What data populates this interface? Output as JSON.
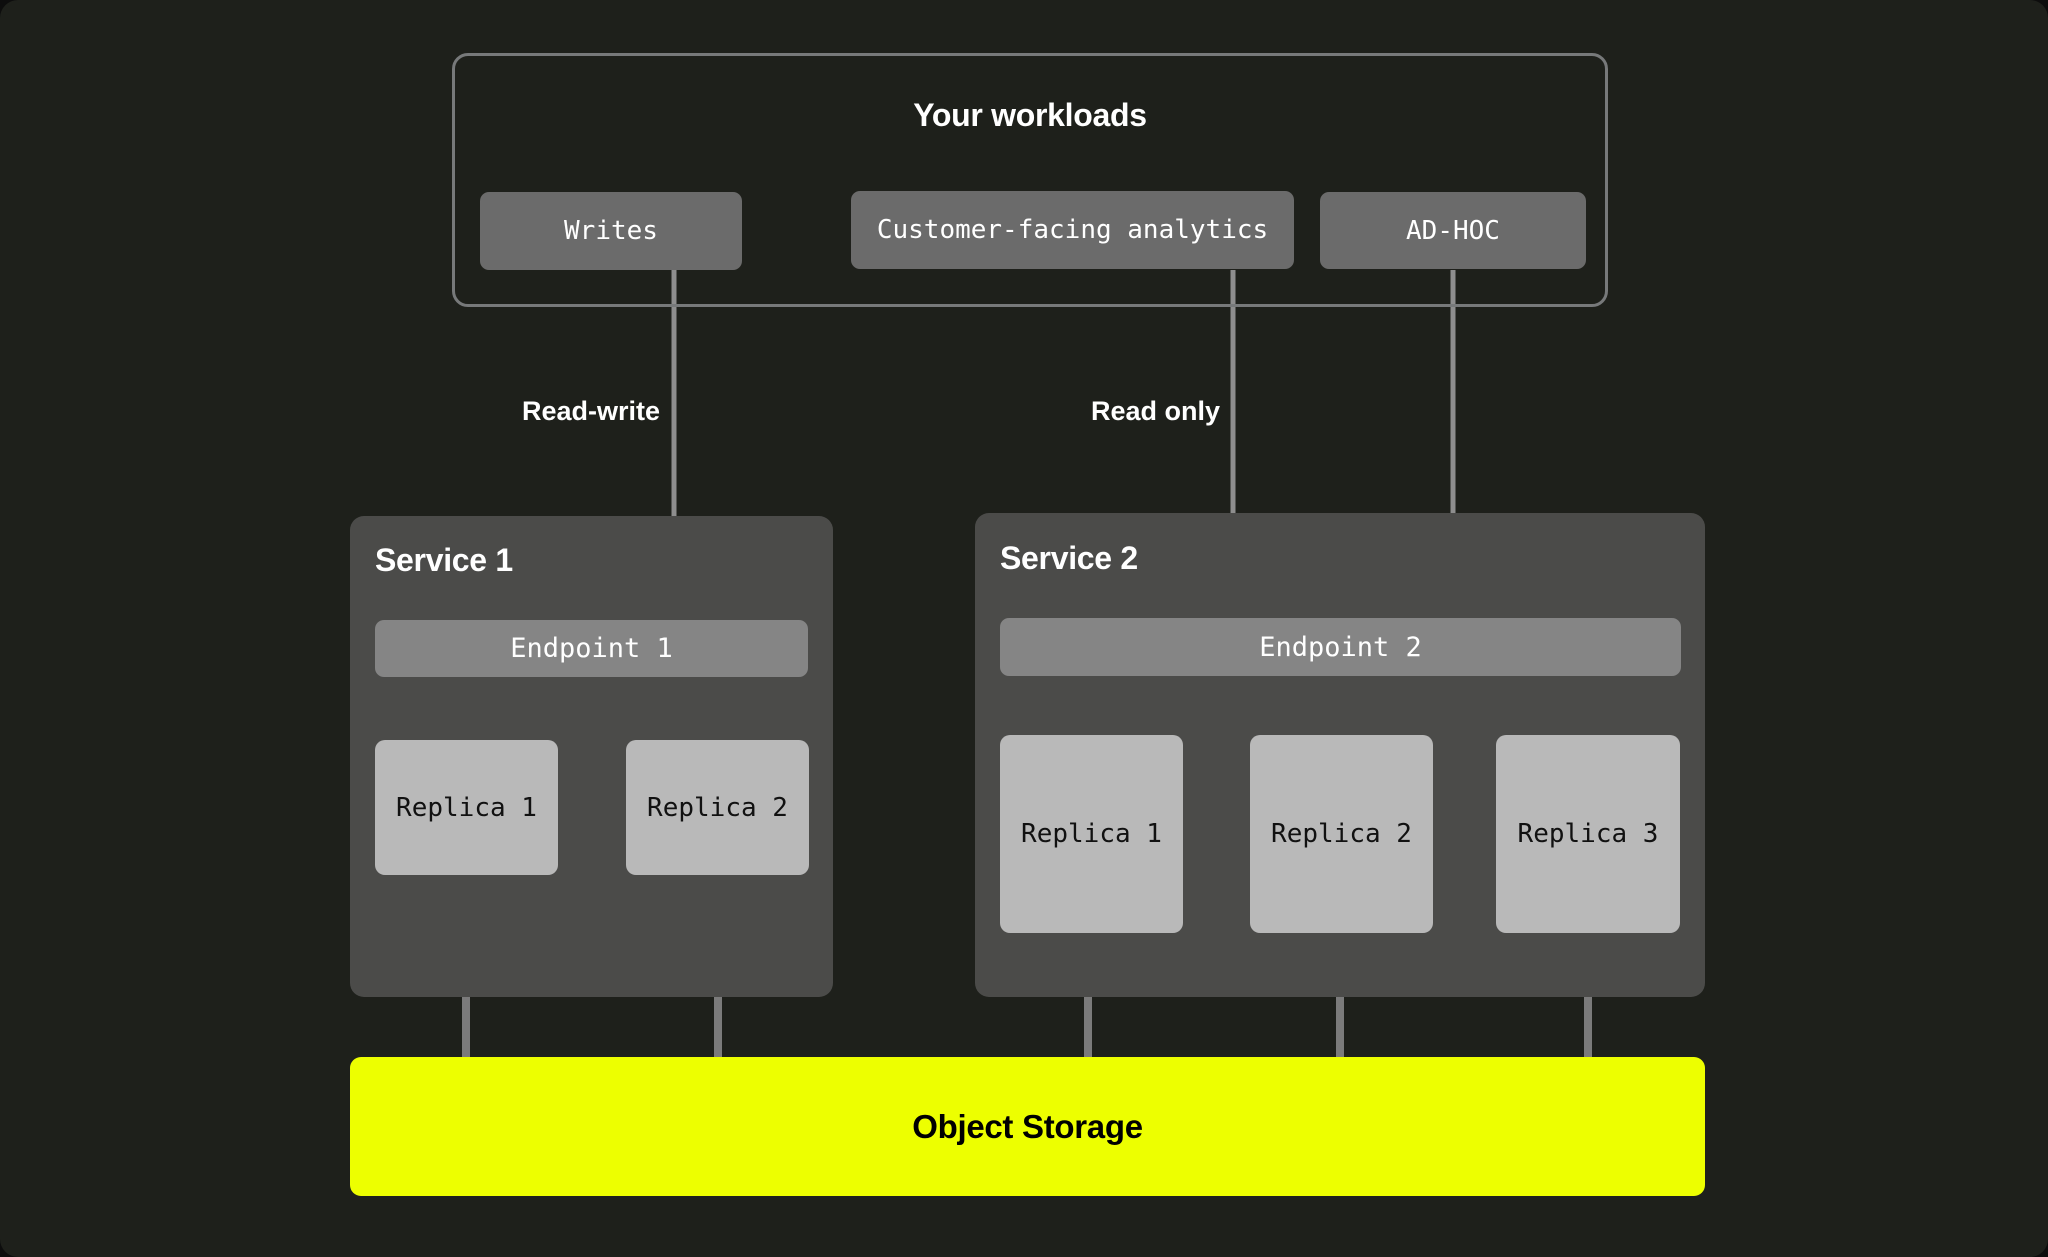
{
  "background": {
    "canvas_color": "#1e201b",
    "accent_color": "#edff00",
    "line_color": "#77797a"
  },
  "workloads": {
    "title": "Your workloads",
    "chips": [
      {
        "label": "Writes",
        "name": "workload-chip-writes"
      },
      {
        "label": "Customer-facing analytics",
        "name": "workload-chip-analytics"
      },
      {
        "label": "AD-HOC",
        "name": "workload-chip-adhoc"
      }
    ]
  },
  "flows": {
    "read_write": "Read-write",
    "read_only": "Read only"
  },
  "services": [
    {
      "title": "Service 1",
      "endpoint": "Endpoint 1",
      "replicas": [
        "Replica 1",
        "Replica 2"
      ]
    },
    {
      "title": "Service 2",
      "endpoint": "Endpoint 2",
      "replicas": [
        "Replica 1",
        "Replica 2",
        "Replica 3"
      ]
    }
  ],
  "storage": {
    "label": "Object Storage"
  }
}
